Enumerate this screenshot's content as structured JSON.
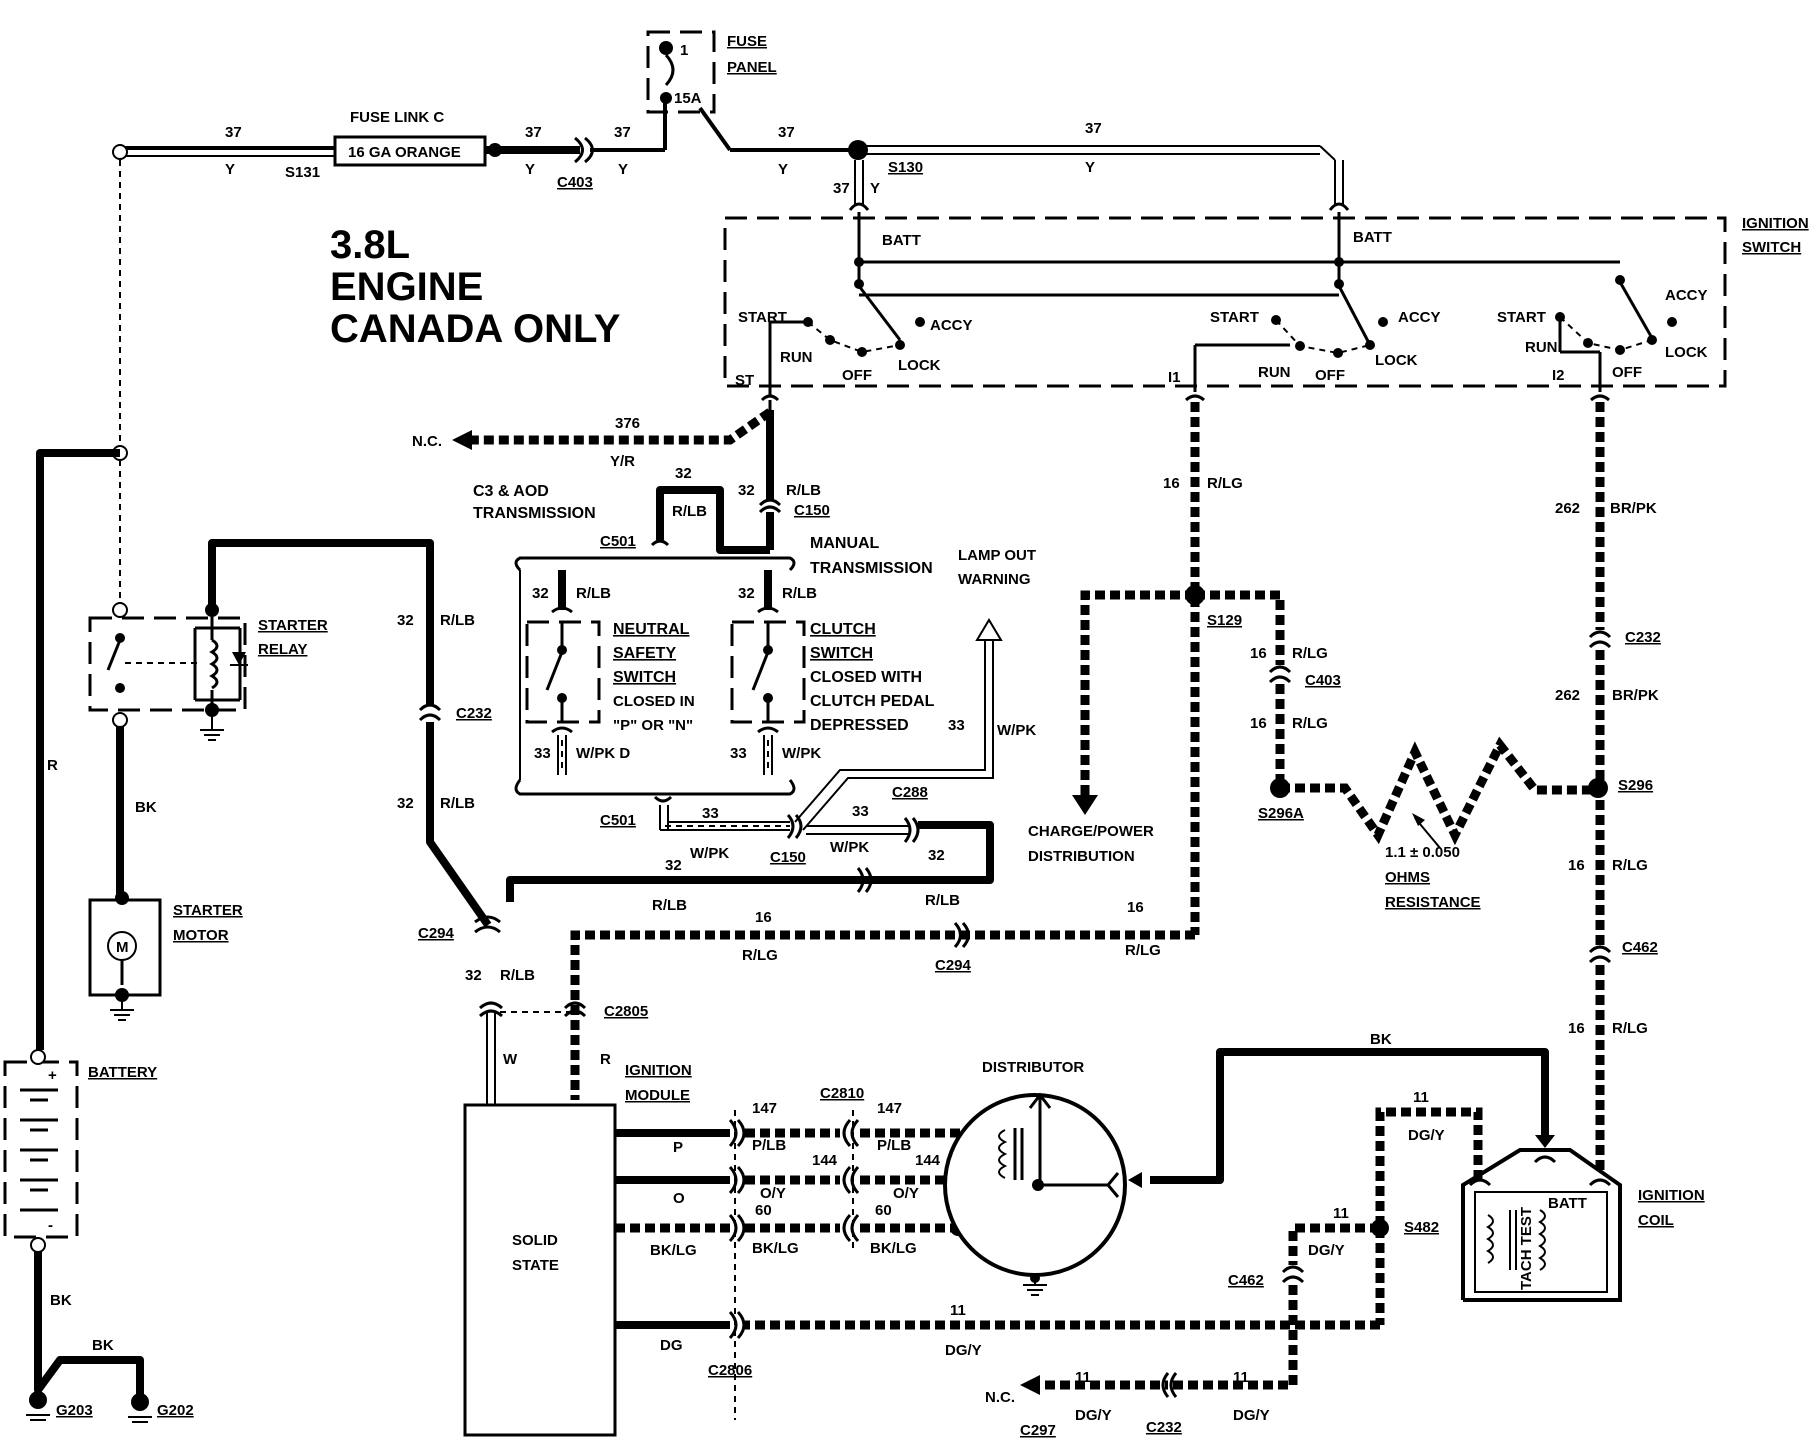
{
  "title": {
    "line1": "3.8L",
    "line2": "ENGINE",
    "line3": "CANADA ONLY"
  },
  "components": {
    "fuse_panel": {
      "label1": "FUSE",
      "label2": "PANEL",
      "fuse_no": "1",
      "rating": "15A"
    },
    "fuse_link": {
      "label": "FUSE LINK C",
      "body": "16 GA ORANGE"
    },
    "ignition_switch": {
      "label1": "IGNITION",
      "label2": "SWITCH",
      "batt": "BATT",
      "start": "START",
      "run": "RUN",
      "off": "OFF",
      "lock": "LOCK",
      "accy": "ACCY",
      "st": "ST",
      "i1": "I1",
      "i2": "I2"
    },
    "starter_relay": {
      "label1": "STARTER",
      "label2": "RELAY"
    },
    "starter_motor": {
      "label1": "STARTER",
      "label2": "MOTOR",
      "symbol": "M"
    },
    "battery": {
      "label": "BATTERY",
      "plus": "+",
      "minus": "-"
    },
    "neutral_safety_switch": {
      "l1": "NEUTRAL",
      "l2": "SAFETY",
      "l3": "SWITCH",
      "l4": "CLOSED IN",
      "l5": "\"P\" OR \"N\""
    },
    "clutch_switch": {
      "l1": "CLUTCH",
      "l2": "SWITCH",
      "l3": "CLOSED WITH",
      "l4": "CLUTCH PEDAL",
      "l5": "DEPRESSED"
    },
    "c3_aod": {
      "l1": "C3 & AOD",
      "l2": "TRANSMISSION"
    },
    "manual_trans": {
      "l1": "MANUAL",
      "l2": "TRANSMISSION"
    },
    "lamp_out": {
      "l1": "LAMP OUT",
      "l2": "WARNING"
    },
    "charge_power": {
      "l1": "CHARGE/POWER",
      "l2": "DISTRIBUTION"
    },
    "resistance": {
      "l1": "1.1 ± 0.050",
      "l2": "OHMS",
      "l3": "RESISTANCE"
    },
    "ignition_module": {
      "l1": "IGNITION",
      "l2": "MODULE",
      "body1": "SOLID",
      "body2": "STATE"
    },
    "distributor": {
      "label": "DISTRIBUTOR"
    },
    "ignition_coil": {
      "l1": "IGNITION",
      "l2": "COIL",
      "tach": "TACH TEST",
      "batt": "BATT"
    },
    "nc": "N.C."
  },
  "connectors": {
    "s131": "S131",
    "c403": "C403",
    "s130": "S130",
    "c150": "C150",
    "c501": "C501",
    "c232": "C232",
    "c288": "C288",
    "c294": "C294",
    "c2805": "C2805",
    "s129": "S129",
    "s296a": "S296A",
    "s296": "S296",
    "c462": "C462",
    "s482": "S482",
    "c2810": "C2810",
    "c2806": "C2806",
    "c297": "C297",
    "g203": "G203",
    "g202": "G202"
  },
  "wires": {
    "n37": "37",
    "y": "Y",
    "n376": "376",
    "yr": "Y/R",
    "n32": "32",
    "rlb": "R/LB",
    "n33": "33",
    "wpk": "W/PK",
    "wpkd": "W/PK D",
    "n16": "16",
    "rlg": "R/LG",
    "n262": "262",
    "brpk": "BR/PK",
    "r": "R",
    "bk": "BK",
    "w": "W",
    "n147": "147",
    "plb": "P/LB",
    "n144": "144",
    "oy": "O/Y",
    "n60": "60",
    "bklg": "BK/LG",
    "n11": "11",
    "dgy": "DG/Y",
    "p": "P",
    "o": "O",
    "dg": "DG"
  }
}
